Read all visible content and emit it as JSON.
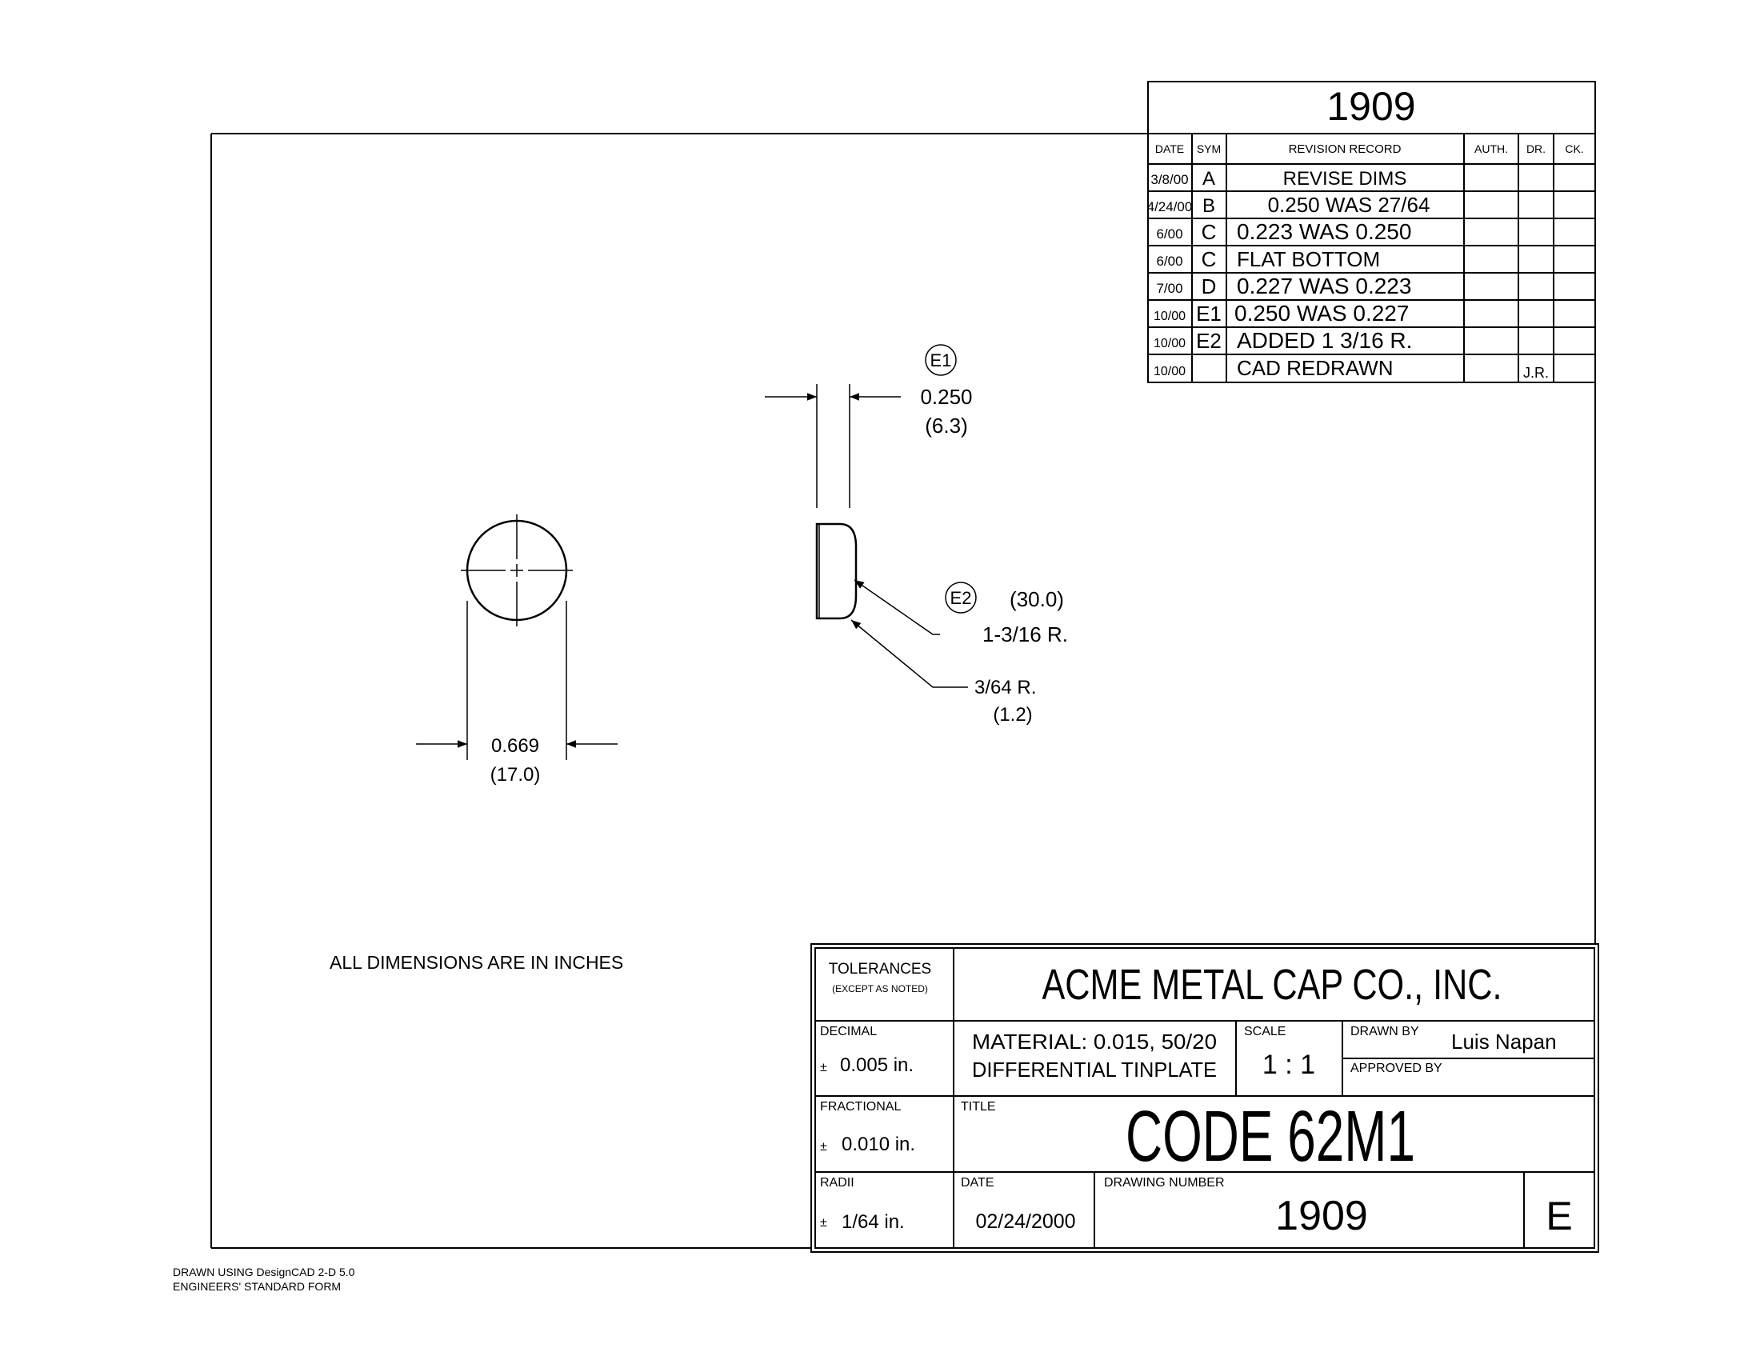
{
  "drawing_number_header": "1909",
  "revision_table": {
    "headers": {
      "date": "DATE",
      "sym": "SYM",
      "record": "REVISION RECORD",
      "auth": "AUTH.",
      "dr": "DR.",
      "ck": "CK."
    },
    "rows": [
      {
        "date": "3/8/00",
        "sym": "A",
        "record": "REVISE DIMS",
        "auth": "",
        "dr": "",
        "ck": ""
      },
      {
        "date": "4/24/00",
        "sym": "B",
        "record": "0.250 WAS 27/64",
        "auth": "",
        "dr": "",
        "ck": ""
      },
      {
        "date": "6/00",
        "sym": "C",
        "record": "0.223 WAS 0.250",
        "auth": "",
        "dr": "",
        "ck": ""
      },
      {
        "date": "6/00",
        "sym": "C",
        "record": "FLAT BOTTOM",
        "auth": "",
        "dr": "",
        "ck": ""
      },
      {
        "date": "7/00",
        "sym": "D",
        "record": "0.227 WAS 0.223",
        "auth": "",
        "dr": "",
        "ck": ""
      },
      {
        "date": "10/00",
        "sym": "E1",
        "record": "0.250 WAS 0.227",
        "auth": "",
        "dr": "",
        "ck": ""
      },
      {
        "date": "10/00",
        "sym": "E2",
        "record": "ADDED 1 3/16 R.",
        "auth": "",
        "dr": "",
        "ck": ""
      },
      {
        "date": "10/00",
        "sym": "",
        "record": "CAD REDRAWN",
        "auth": "",
        "dr": "J.R.",
        "ck": ""
      }
    ]
  },
  "dimensions": {
    "thickness": {
      "tag": "E1",
      "value": "0.250",
      "metric": "(6.3)"
    },
    "radius_large": {
      "tag": "E2",
      "metric": "(30.0)",
      "value": "1-3/16 R."
    },
    "radius_small": {
      "value": "3/64 R.",
      "metric": "(1.2)"
    },
    "diameter": {
      "value": "0.669",
      "metric": "(17.0)"
    }
  },
  "note": "ALL DIMENSIONS ARE IN INCHES",
  "title_block": {
    "tolerances_label": "TOLERANCES",
    "tolerances_sub": "(EXCEPT AS NOTED)",
    "company": "ACME METAL CAP CO., INC.",
    "decimal_label": "DECIMAL",
    "decimal_value": "0.005 in.",
    "material_line1": "MATERIAL: 0.015, 50/20",
    "material_line2": "DIFFERENTIAL TINPLATE",
    "scale_label": "SCALE",
    "scale_value": "1 : 1",
    "drawn_by_label": "DRAWN BY",
    "drawn_by_value": "Luis Napan",
    "approved_by_label": "APPROVED BY",
    "approved_by_value": "",
    "fractional_label": "FRACTIONAL",
    "fractional_value": "0.010 in.",
    "title_label": "TITLE",
    "title_value": "CODE 62M1",
    "radii_label": "RADII",
    "radii_value": "1/64 in.",
    "date_label": "DATE",
    "date_value": "02/24/2000",
    "drawing_number_label": "DRAWING NUMBER",
    "drawing_number_value": "1909",
    "revision_letter": "E",
    "plus_minus": "±"
  },
  "footer": {
    "line1": "DRAWN USING DesignCAD 2-D 5.0",
    "line2": "ENGINEERS' STANDARD FORM"
  }
}
